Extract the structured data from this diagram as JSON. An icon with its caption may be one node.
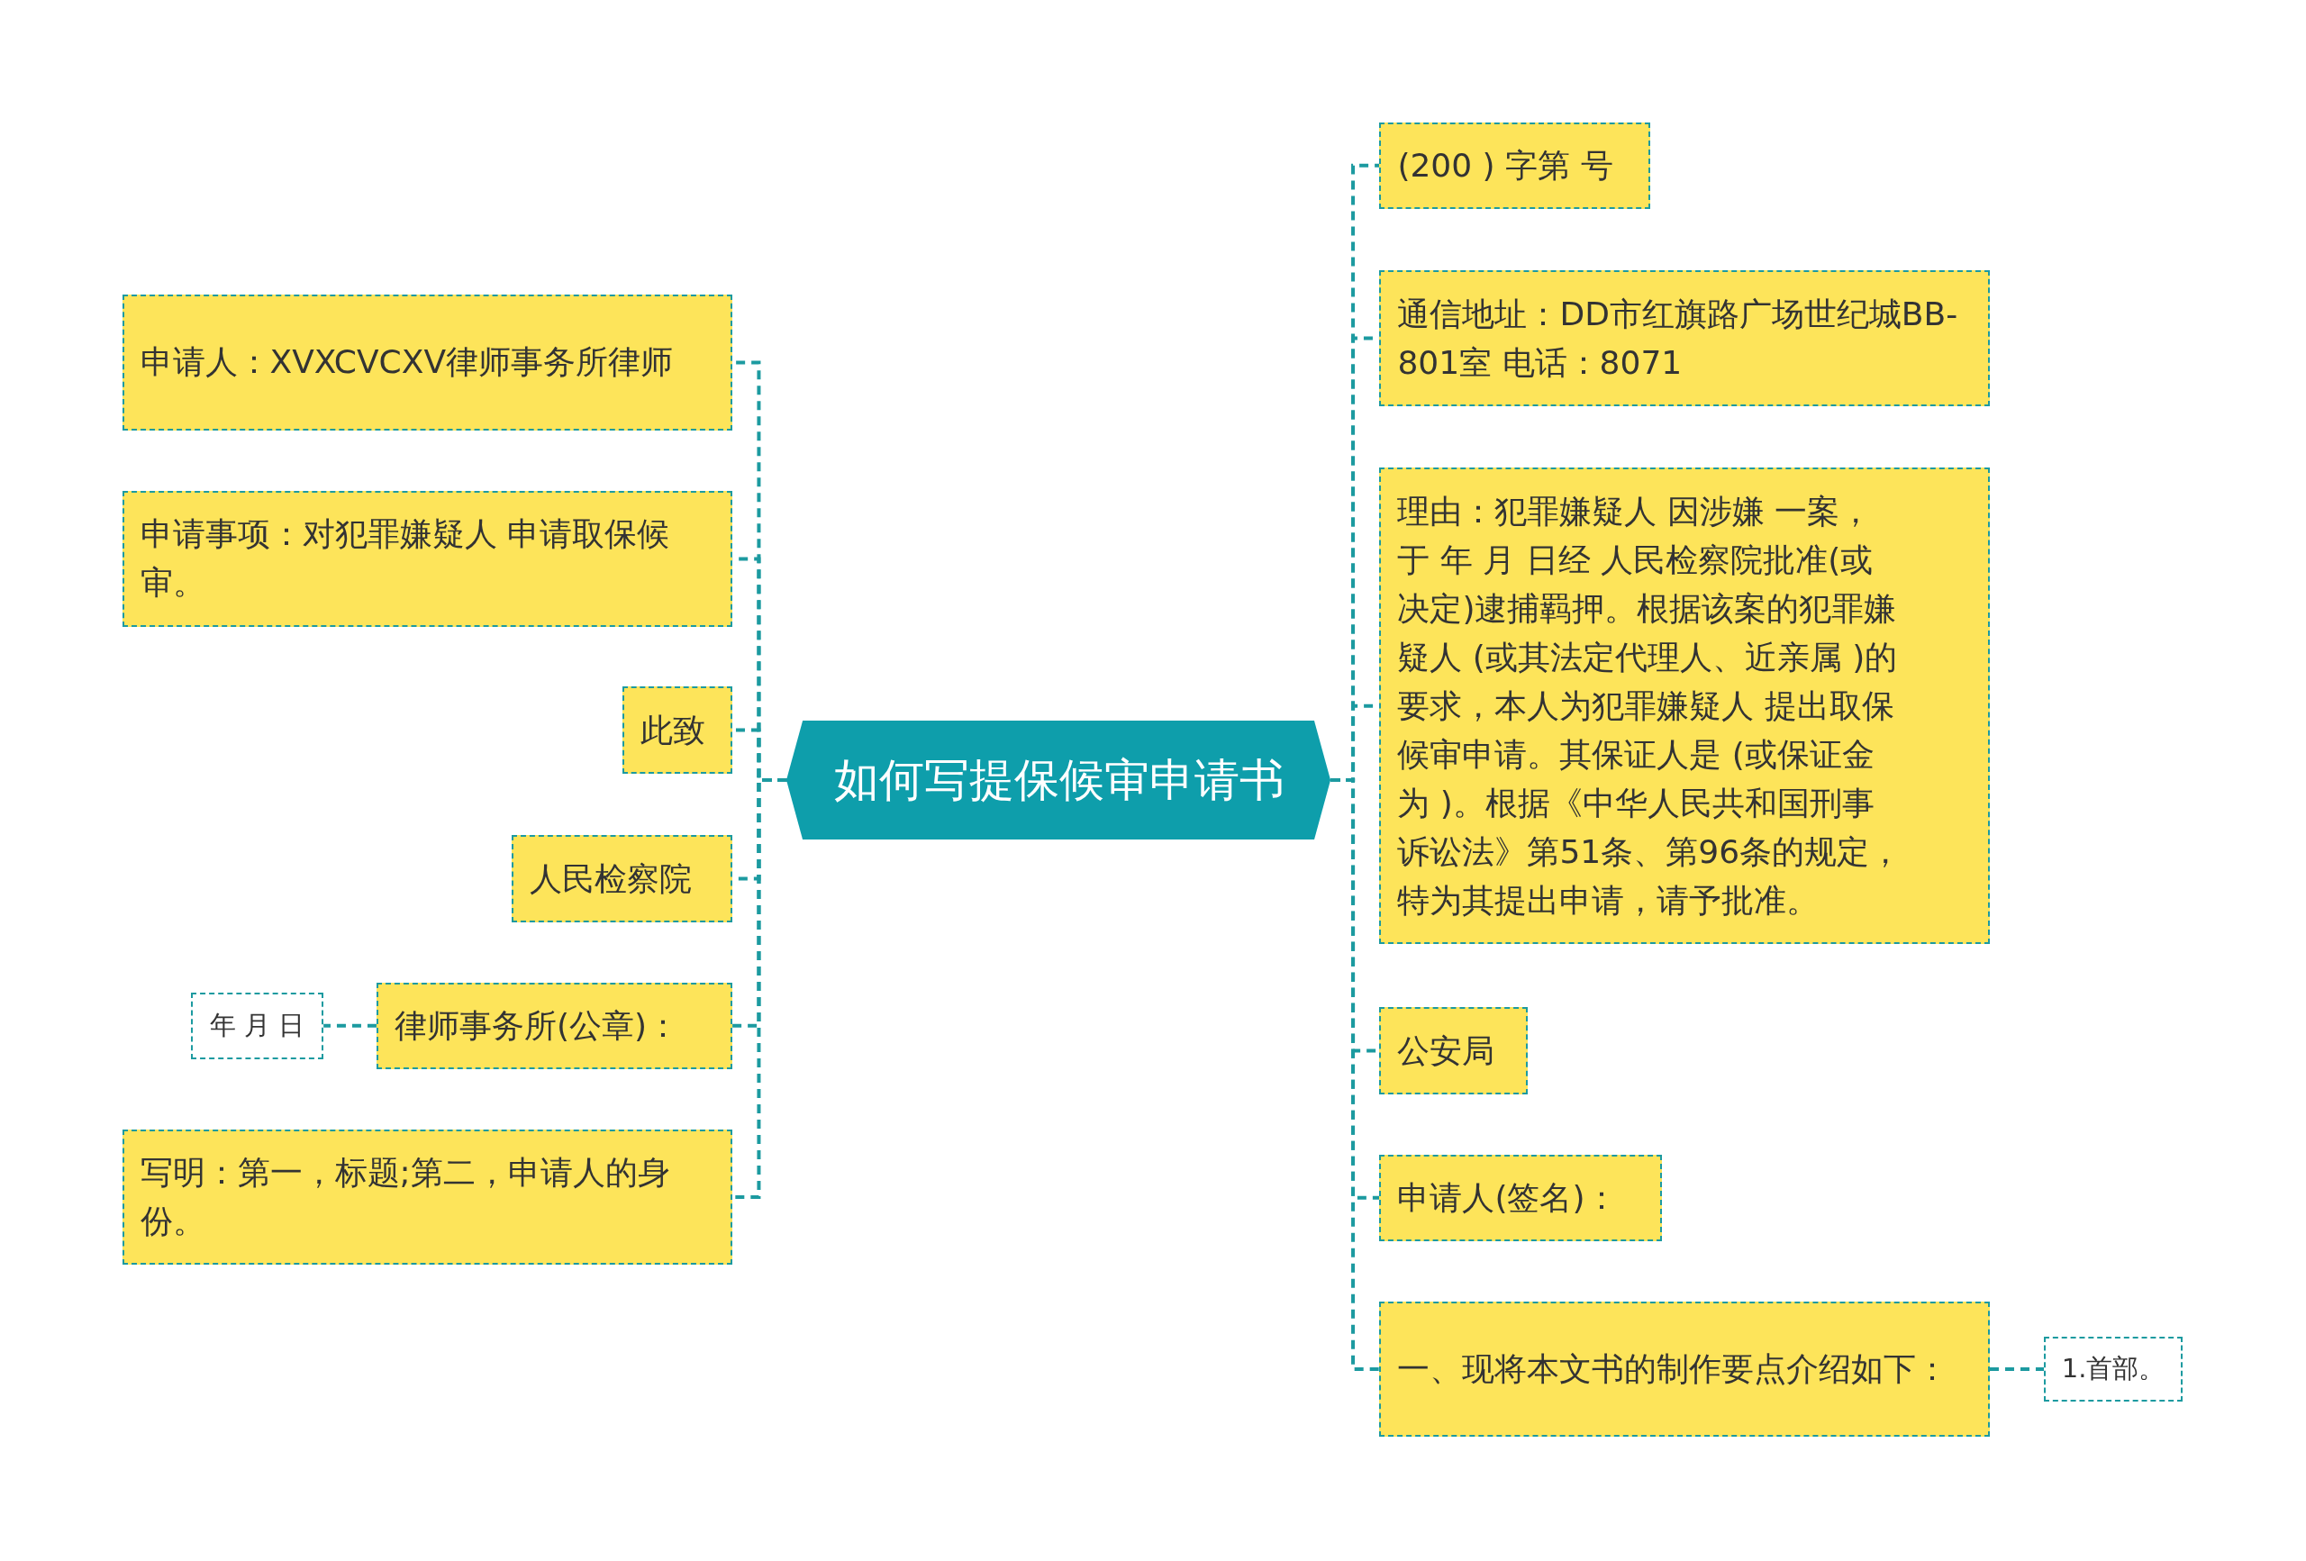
{
  "diagram": {
    "nodes": [
      {
        "text": [
          "如何写提保候审申请书"
        ]
      },
      {
        "text": [
          "申请人：XVXCVCXV律师事务所律师"
        ]
      },
      {
        "text": [
          "申请事项：对犯罪嫌疑人 申请取保候审。"
        ]
      },
      {
        "text": [
          "此致"
        ]
      },
      {
        "text": [
          "人民检察院"
        ]
      },
      {
        "text": [
          "律师事务所(公章)："
        ]
      },
      {
        "text": [
          "年 月 日"
        ]
      },
      {
        "text": [
          "写明：第一，标题;第二，申请人的身份。"
        ]
      },
      {
        "text": [
          "(200 ) 字第 号"
        ]
      },
      {
        "text": [
          "通信地址：DD市红旗路广场世纪城BB-801室 电话：8071"
        ]
      },
      {
        "text": [
          "理由：犯罪嫌疑人 因涉嫌 一案，于 年 月 日经 人民检察院批准(或决定)逮捕羁押。根据该案的犯罪嫌疑人 (或其法定代理人、近亲属 )的要求，本人为犯罪嫌疑人 提出取保候审申请。其保证人是 (或保证金为 )。根据《中华人民共和国刑事诉讼法》第51条、第96条的规定，特为其提出申请，请予批准。"
        ]
      },
      {
        "text": [
          "公安局"
        ]
      },
      {
        "text": [
          "申请人(签名)："
        ]
      },
      {
        "text": [
          "一、现将本文书的制作要点介绍如下："
        ]
      },
      {
        "text": [
          "1.首部。"
        ]
      }
    ],
    "edges": [
      {
        "from": 0,
        "to": 1,
        "arrow": "none"
      },
      {
        "from": 0,
        "to": 2,
        "arrow": "none"
      },
      {
        "from": 0,
        "to": 3,
        "arrow": "none"
      },
      {
        "from": 0,
        "to": 4,
        "arrow": "none"
      },
      {
        "from": 0,
        "to": 5,
        "arrow": "none"
      },
      {
        "from": 5,
        "to": 6,
        "arrow": "none"
      },
      {
        "from": 0,
        "to": 7,
        "arrow": "none"
      },
      {
        "from": 0,
        "to": 8,
        "arrow": "none"
      },
      {
        "from": 0,
        "to": 9,
        "arrow": "none"
      },
      {
        "from": 0,
        "to": 10,
        "arrow": "none"
      },
      {
        "from": 0,
        "to": 11,
        "arrow": "none"
      },
      {
        "from": 0,
        "to": 12,
        "arrow": "none"
      },
      {
        "from": 0,
        "to": 13,
        "arrow": "none"
      },
      {
        "from": 13,
        "to": 14,
        "arrow": "none"
      }
    ]
  }
}
